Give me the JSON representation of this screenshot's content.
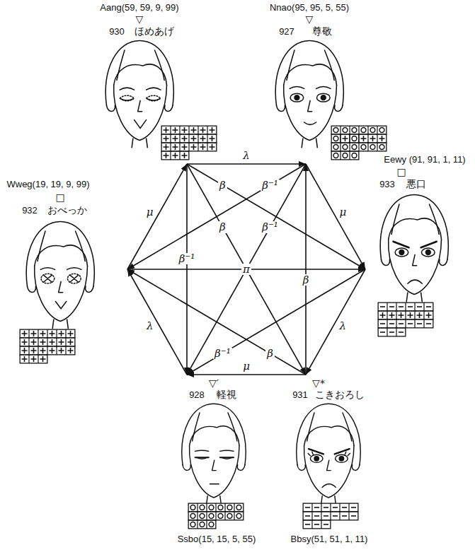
{
  "diagram": {
    "nodes": [
      {
        "text": [
          "Aang(59, 59, 9, 99)",
          "▽",
          "930",
          "ほめあげ"
        ]
      },
      {
        "text": [
          "Nnao(95, 95, 5, 55)",
          "▽",
          "927",
          "尊敬"
        ]
      },
      {
        "text": [
          "Eewy (91, 91, 1, 11)",
          "□",
          "933",
          "悪口"
        ]
      },
      {
        "text": [
          "Wweg(19, 19, 9, 99)",
          "□",
          "932",
          "おべっか"
        ]
      },
      {
        "text": [
          "▽′",
          "928",
          "軽視",
          "Ssbo(15, 15, 5, 55)"
        ]
      },
      {
        "text": [
          "▽*",
          "931",
          "こきおろし",
          "Bbsy(51, 51, 1, 11)"
        ]
      }
    ],
    "edges": [
      {
        "from": 0,
        "to": 1,
        "arrow": "to",
        "label": "λ"
      },
      {
        "from": 1,
        "to": 2,
        "arrow": "to",
        "label": "μ"
      },
      {
        "from": 2,
        "to": 5,
        "arrow": "to",
        "label": "λ"
      },
      {
        "from": 5,
        "to": 4,
        "arrow": "to",
        "label": "μ"
      },
      {
        "from": 4,
        "to": 3,
        "arrow": "to",
        "label": "λ"
      },
      {
        "from": 3,
        "to": 0,
        "arrow": "to",
        "label": "μ"
      },
      {
        "from": 3,
        "to": 2,
        "arrow": "to",
        "label": "π"
      },
      {
        "from": 0,
        "to": 2,
        "arrow": "to",
        "label": "β"
      },
      {
        "from": 1,
        "to": 3,
        "arrow": "to",
        "label": "β⁻¹"
      },
      {
        "from": 0,
        "to": 4,
        "arrow": "to",
        "label": "β⁻¹"
      },
      {
        "from": 5,
        "to": 1,
        "arrow": "to",
        "label": "β"
      },
      {
        "from": 2,
        "to": 4,
        "arrow": "to",
        "label": "β⁻¹"
      },
      {
        "from": 5,
        "to": 3,
        "arrow": "to",
        "label": "β"
      },
      {
        "from": 0,
        "to": 5,
        "arrow": "to",
        "label": "β"
      },
      {
        "from": 1,
        "to": 4,
        "arrow": "to",
        "label": "β⁻¹"
      }
    ]
  }
}
